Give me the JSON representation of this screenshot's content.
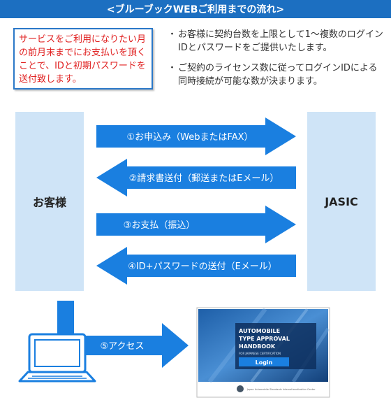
{
  "header": {
    "title": "<ブルーブックWEBご利用までの流れ>"
  },
  "notice": {
    "text": "サービスをご利用になりたい月の前月末までにお支払いを頂くことで、IDと初期パスワードを送付致します。"
  },
  "notes": [
    {
      "bullet": "・",
      "text": "お客様に契約台数を上限として1〜複数のログインIDとパスワードをご提供いたします。"
    },
    {
      "bullet": "・",
      "text": "ご契約のライセンス数に従ってログインIDによる同時接続が可能な数が決まります。"
    }
  ],
  "parties": {
    "left": "お客様",
    "right": "JASIC"
  },
  "steps": [
    {
      "label": "①お申込み（WebまたはFAX）",
      "direction": "right"
    },
    {
      "label": "②請求書送付（郵送またはEメール）",
      "direction": "left"
    },
    {
      "label": "③お支払（振込）",
      "direction": "right"
    },
    {
      "label": "④ID+パスワードの送付（Eメール）",
      "direction": "left"
    }
  ],
  "access": {
    "label": "⑤アクセス"
  },
  "book": {
    "title_lines": [
      "AUTOMOBILE",
      "TYPE APPROVAL",
      "HANDBOOK"
    ],
    "subtitle": "FOR JAPANESE CERTIFICATION",
    "login": "Login",
    "footer": "Japan Automobile Standards Internationalization Center"
  },
  "colors": {
    "header": "#1c6fc1",
    "arrow": "#1a7fe0",
    "party_bg": "#cfe4f7",
    "notice_text": "#e02020"
  }
}
